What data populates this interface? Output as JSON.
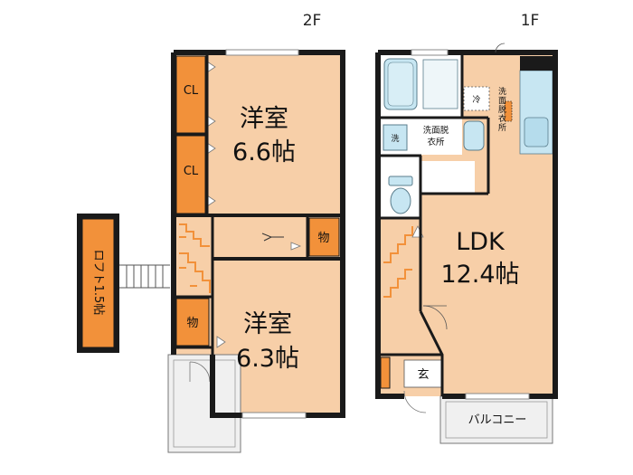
{
  "floors": {
    "second": "2F",
    "first": "1F"
  },
  "rooms_2f": {
    "bedroom_top_name": "洋室",
    "bedroom_top_size": "6.6帖",
    "bedroom_bottom_name": "洋室",
    "bedroom_bottom_size": "6.3帖",
    "closet_top": "CL",
    "closet_mid": "CL",
    "storage_right": "物",
    "storage_left": "物",
    "loft": "ロフト1.5帖"
  },
  "rooms_1f": {
    "ldk_name": "LDK",
    "ldk_size": "12.4帖",
    "washroom": "洗面脱衣所",
    "washroom_side": "洗面脱衣所",
    "washer": "洗",
    "fridge": "冷",
    "entrance": "玄",
    "balcony": "バルコニー"
  },
  "colors": {
    "room_fill": "#f7cfa8",
    "storage_fill": "#f2913a",
    "wet_area_fill": "#c7e6f2",
    "wall": "#1a1a1a"
  }
}
